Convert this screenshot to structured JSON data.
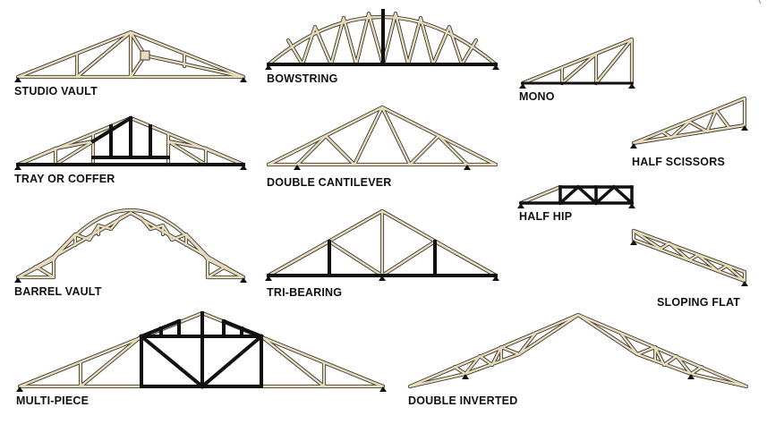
{
  "colors": {
    "timber": "#e8dcb8",
    "outline": "#3a3a3a",
    "steel": "#111111",
    "label": "#111111"
  },
  "trusses": [
    {
      "id": "studio-vault",
      "label": "STUDIO VAULT"
    },
    {
      "id": "bowstring",
      "label": "BOWSTRING"
    },
    {
      "id": "mono",
      "label": "MONO"
    },
    {
      "id": "tray-or-coffer",
      "label": "TRAY OR COFFER"
    },
    {
      "id": "double-cantilever",
      "label": "DOUBLE CANTILEVER"
    },
    {
      "id": "half-scissors",
      "label": "HALF SCISSORS"
    },
    {
      "id": "half-hip",
      "label": "HALF HIP"
    },
    {
      "id": "barrel-vault",
      "label": "BARREL VAULT"
    },
    {
      "id": "tri-bearing",
      "label": "TRI-BEARING"
    },
    {
      "id": "sloping-flat",
      "label": "SLOPING FLAT"
    },
    {
      "id": "multi-piece",
      "label": "MULTI-PIECE"
    },
    {
      "id": "double-inverted",
      "label": "DOUBLE INVERTED"
    }
  ]
}
